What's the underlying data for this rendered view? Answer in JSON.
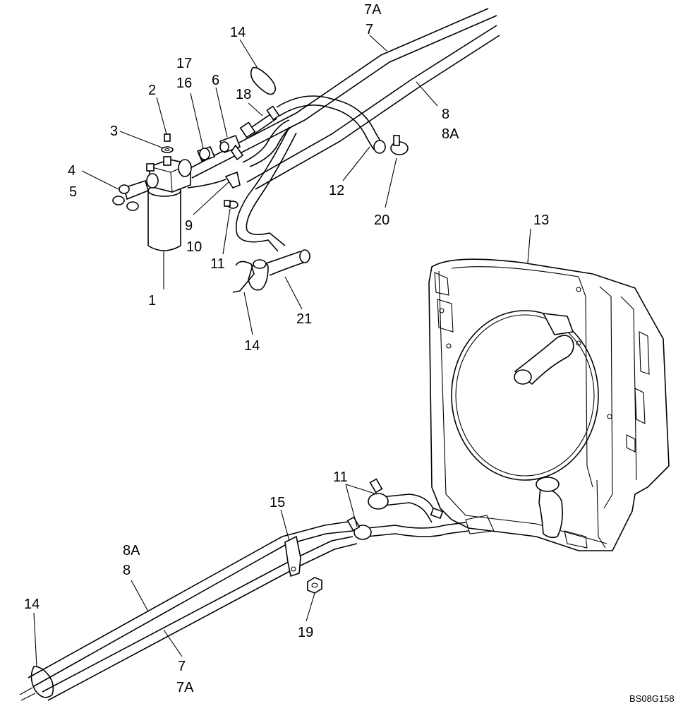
{
  "diagram": {
    "drawing_code": "BS08G158",
    "callouts": [
      {
        "id": "c7A_top",
        "text": "7A"
      },
      {
        "id": "c7_top",
        "text": "7"
      },
      {
        "id": "c14_top",
        "text": "14"
      },
      {
        "id": "c17",
        "text": "17"
      },
      {
        "id": "c16",
        "text": "16"
      },
      {
        "id": "c6",
        "text": "6"
      },
      {
        "id": "c2",
        "text": "2"
      },
      {
        "id": "c18",
        "text": "18"
      },
      {
        "id": "c8_top",
        "text": "8"
      },
      {
        "id": "c8A_top",
        "text": "8A"
      },
      {
        "id": "c3",
        "text": "3"
      },
      {
        "id": "c4",
        "text": "4"
      },
      {
        "id": "c5",
        "text": "5"
      },
      {
        "id": "c12",
        "text": "12"
      },
      {
        "id": "c20",
        "text": "20"
      },
      {
        "id": "c9",
        "text": "9"
      },
      {
        "id": "c10",
        "text": "10"
      },
      {
        "id": "c11_top",
        "text": "11"
      },
      {
        "id": "c13",
        "text": "13"
      },
      {
        "id": "c1",
        "text": "1"
      },
      {
        "id": "c21",
        "text": "21"
      },
      {
        "id": "c14_mid",
        "text": "14"
      },
      {
        "id": "c11_bot",
        "text": "11"
      },
      {
        "id": "c15",
        "text": "15"
      },
      {
        "id": "c8A_bot",
        "text": "8A"
      },
      {
        "id": "c8_bot",
        "text": "8"
      },
      {
        "id": "c14_bot",
        "text": "14"
      },
      {
        "id": "c19",
        "text": "19"
      },
      {
        "id": "c7_bot",
        "text": "7"
      },
      {
        "id": "c7A_bot",
        "text": "7A"
      }
    ]
  }
}
